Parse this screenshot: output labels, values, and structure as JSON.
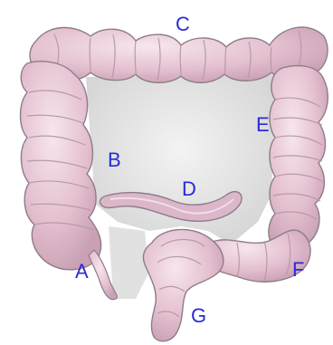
{
  "diagram": {
    "labels": {
      "a": "A",
      "b": "B",
      "c": "C",
      "d": "D",
      "e": "E",
      "f": "F",
      "g": "G"
    },
    "colors": {
      "label": "#2a2ad8",
      "colon_fill": "#e6c3d2",
      "colon_outline": "#8d7d88",
      "haustra_line": "#b89aa8",
      "highlight": "#f6e4ec",
      "background_shading": "#d7d7d7"
    }
  }
}
